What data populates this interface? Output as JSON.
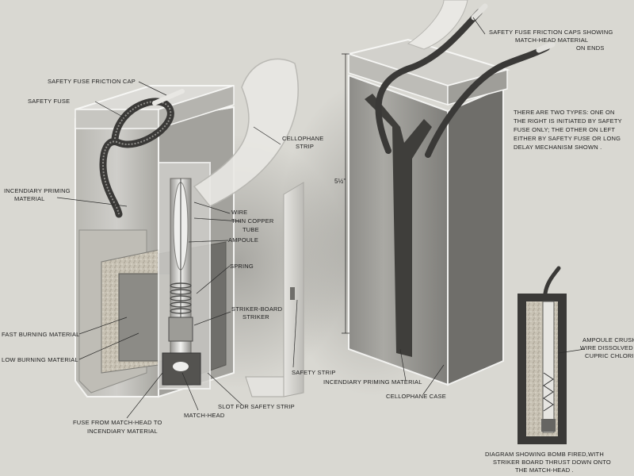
{
  "labels": {
    "safety_fuse_friction_cap": "SAFETY FUSE FRICTION CAP",
    "safety_fuse": "SAFETY FUSE",
    "incendiary_priming_material_left_1": "INCENDIARY PRIMING",
    "incendiary_priming_material_left_2": "MATERIAL",
    "fast_burning_material": "FAST BURNING MATERIAL",
    "slow_burning_material": "LOW BURNING MATERIAL",
    "fuse_from_match_head_1": "FUSE FROM MATCH-HEAD TO",
    "fuse_from_match_head_2": "INCENDIARY MATERIAL",
    "match_head": "MATCH-HEAD",
    "slot_for_safety_strip": "SLOT FOR SAFETY STRIP",
    "safety_strip": "SAFETY STRIP",
    "cellophane_strip_1": "CELLOPHANE",
    "cellophane_strip_2": "STRIP",
    "wire": "WIRE",
    "thin_copper_tube_1": "THIN COPPER",
    "thin_copper_tube_2": "TUBE",
    "ampoule": "AMPOULE",
    "spring": "SPRING",
    "striker_board_striker_1": "STRIKER-BOARD",
    "striker_board_striker_2": "STRIKER",
    "friction_caps_right_1": "SAFETY FUSE FRICTION CAPS SHOWING",
    "friction_caps_right_2": "MATCH-HEAD MATERIAL",
    "friction_caps_right_3": "ON ENDS",
    "two_types_note": "THERE ARE TWO TYPES: ONE ON\nTHE RIGHT IS INITIATED BY SAFETY\nFUSE ONLY; THE OTHER ON LEFT\nEITHER BY SAFETY FUSE OR LONG\nDELAY MECHANISM SHOWN .",
    "dimension": "5½\"",
    "incendiary_priming_material_right": "INCENDIARY PRIMING MATERIAL",
    "cellophane_case": "CELLOPHANE CASE",
    "ampoule_crushed_1": "AMPOULE CRUSHED,",
    "ampoule_crushed_2": "WIRE DISSOLVED BY",
    "ampoule_crushed_3": "CUPRIC CHLORIDE.",
    "diagram_caption_1": "DIAGRAM SHOWING BOMB FIRED,WITH",
    "diagram_caption_2": "STRIKER BOARD THRUST DOWN ONTO",
    "diagram_caption_3": "THE MATCH-HEAD ."
  }
}
